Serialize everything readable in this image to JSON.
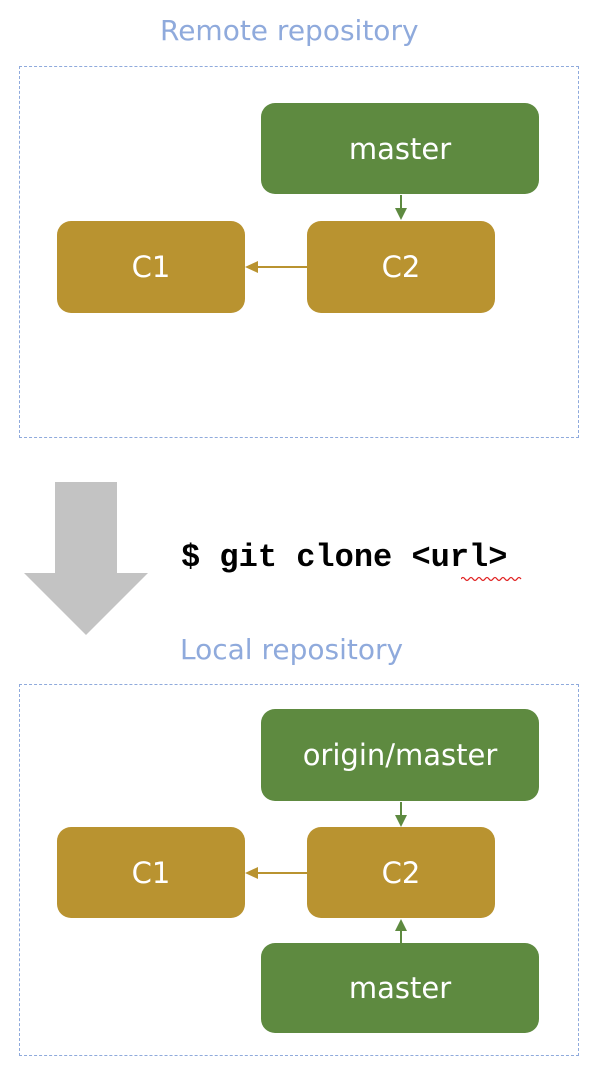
{
  "remote": {
    "title": "Remote repository",
    "nodes": {
      "master": "master",
      "c1": "C1",
      "c2": "C2"
    }
  },
  "command": {
    "prefix": "$ git clone <",
    "url": "url",
    "suffix": ">"
  },
  "local": {
    "title": "Local repository",
    "nodes": {
      "origin_master": "origin/master",
      "c1": "C1",
      "c2": "C2",
      "master": "master"
    }
  },
  "colors": {
    "frame_and_title": "#8faadc",
    "ref": "#5e8a40",
    "commit": "#b99330",
    "commit_arrow": "#b99330",
    "ref_arrow": "#5e8a40",
    "big_arrow": "#c3c3c3",
    "spellcheck_squiggle": "#e02020"
  },
  "icons": {
    "transition_arrow": "down-arrow-icon"
  }
}
